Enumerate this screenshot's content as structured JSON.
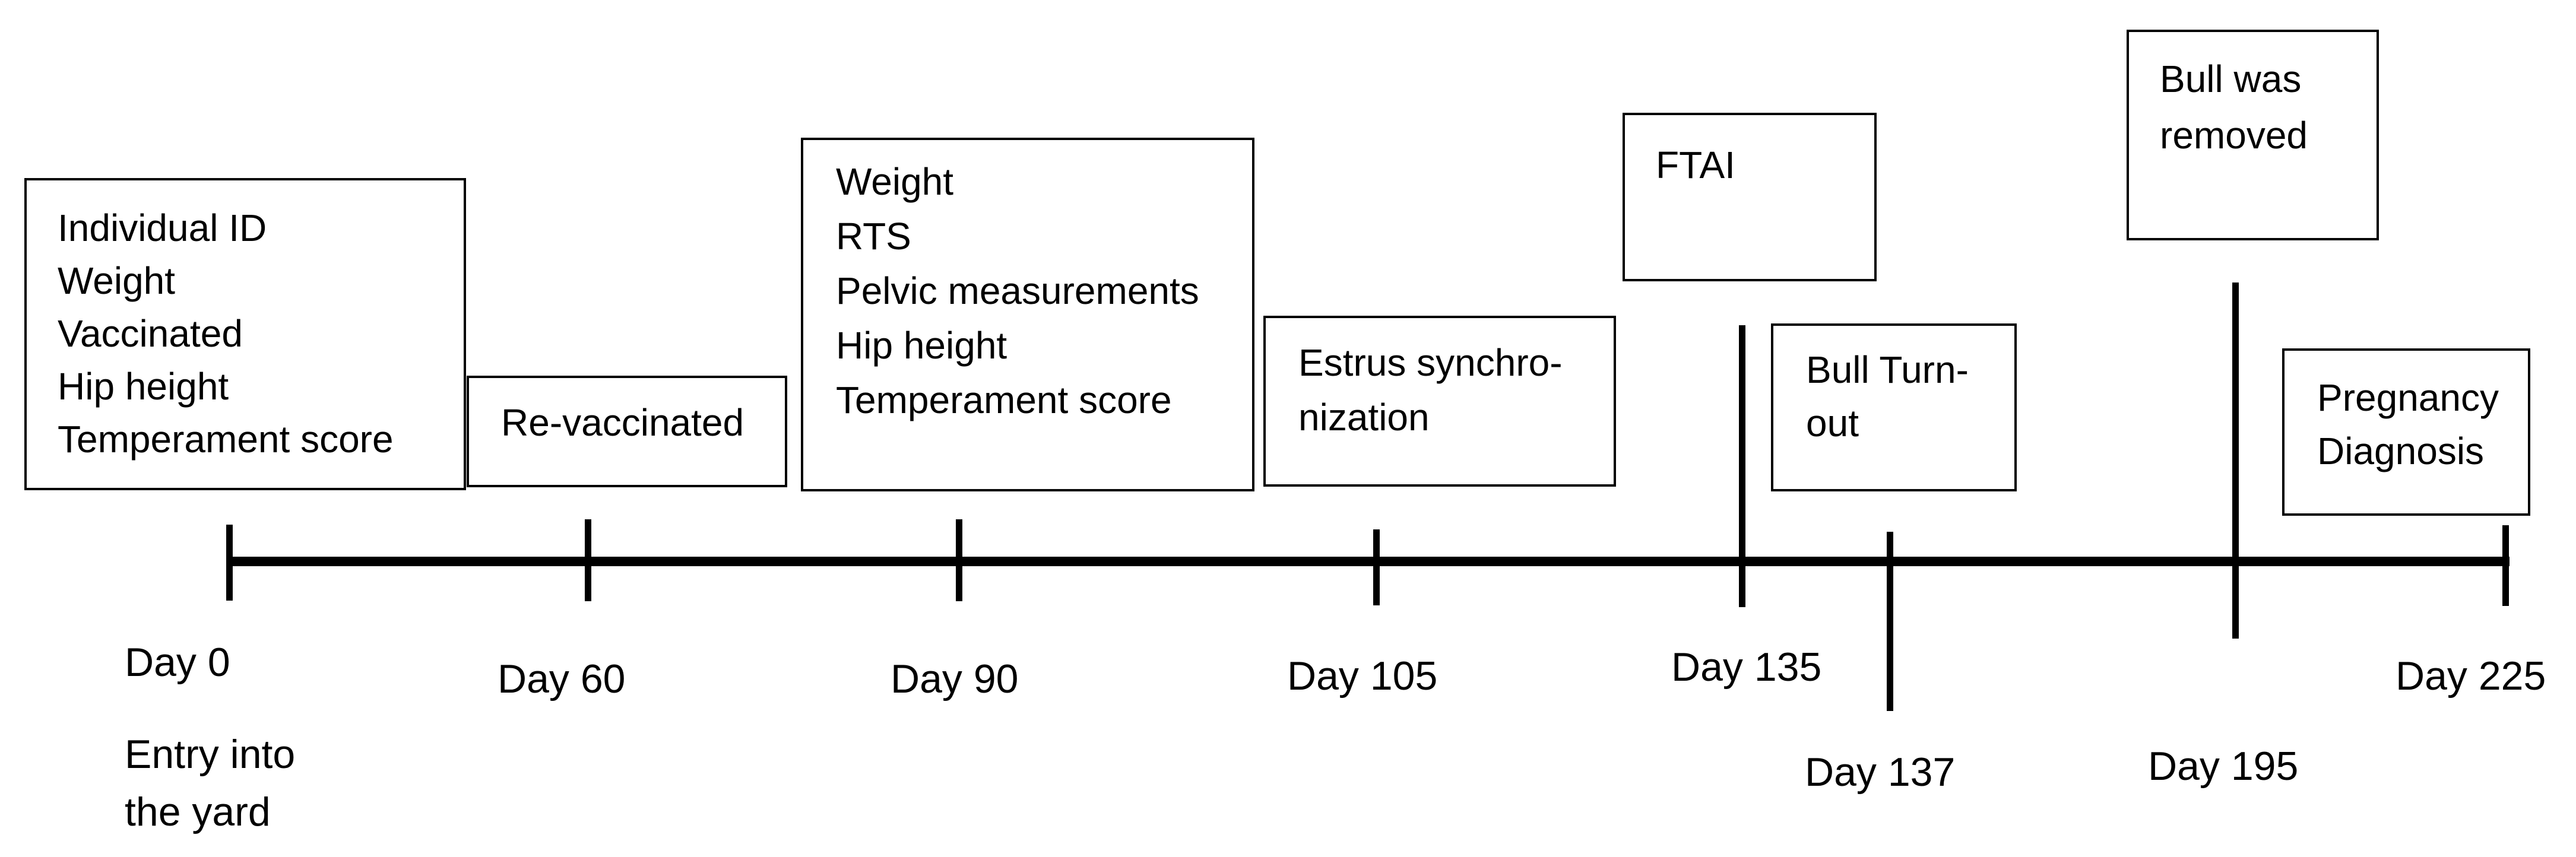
{
  "boxes": [
    {
      "lines": [
        "Individual ID",
        "Weight",
        "Vaccinated",
        "Hip height",
        "Temperament score"
      ]
    },
    {
      "lines": [
        "Re-vaccinated"
      ]
    },
    {
      "lines": [
        "Weight",
        "RTS",
        "Pelvic measurements",
        "Hip height",
        "Temperament score"
      ]
    },
    {
      "lines": [
        "Estrus synchro-",
        "nization"
      ]
    },
    {
      "lines": [
        "FTAI"
      ]
    },
    {
      "lines": [
        "Bull Turn-",
        "out"
      ]
    },
    {
      "lines": [
        "Bull was",
        "removed"
      ]
    },
    {
      "lines": [
        "Pregnancy",
        "Diagnosis"
      ]
    }
  ],
  "days": [
    {
      "label": "Day 0",
      "note": [
        "Entry into",
        "the yard"
      ]
    },
    {
      "label": "Day 60"
    },
    {
      "label": "Day 90"
    },
    {
      "label": "Day 105"
    },
    {
      "label": "Day 135"
    },
    {
      "label": "Day 137"
    },
    {
      "label": "Day 195"
    },
    {
      "label": "Day 225"
    }
  ]
}
